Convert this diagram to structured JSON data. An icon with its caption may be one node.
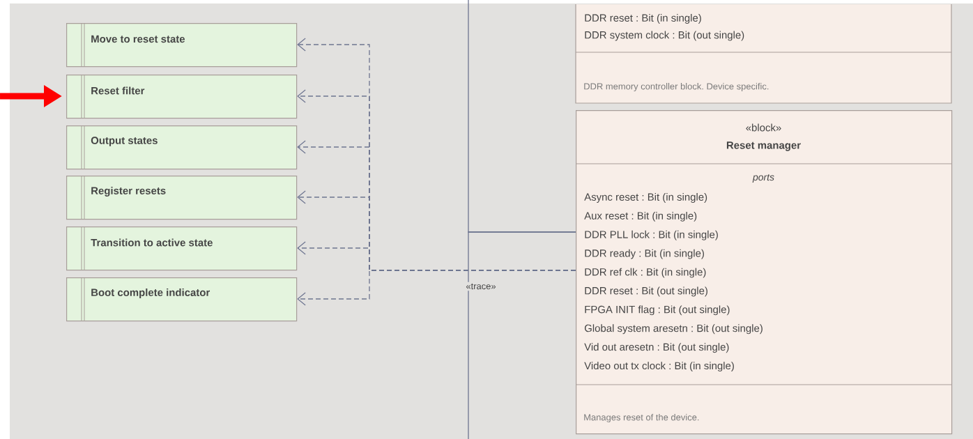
{
  "diagram": {
    "nodes": [
      {
        "text": [
          "Move to reset state"
        ]
      },
      {
        "text": [
          "Reset filter"
        ]
      },
      {
        "text": [
          "Output states"
        ]
      },
      {
        "text": [
          "Register resets"
        ]
      },
      {
        "text": [
          "Transition to active state"
        ]
      },
      {
        "text": [
          "Boot complete indicator"
        ]
      },
      {
        "text": [
          "DDR reset : Bit (in single)",
          "DDR system clock : Bit (out single)",
          "DDR memory controller block.  Device specific."
        ]
      },
      {
        "text": [
          "«block»",
          "Reset manager",
          "ports",
          "Async reset : Bit (in single)",
          "Aux reset : Bit (in single)",
          "DDR PLL lock : Bit (in single)",
          "DDR ready : Bit (in single)",
          "DDR ref clk : Bit (in single)",
          "DDR reset : Bit (out single)",
          "FPGA INIT flag : Bit (out single)",
          "Global system aresetn : Bit (out single)",
          "Vid out aresetn : Bit (out single)",
          "Video out tx clock : Bit (in single)",
          "Manages reset of the device."
        ]
      }
    ],
    "edges": [
      {
        "from": 7,
        "to": 0,
        "arrow": "to",
        "style": "dashed"
      },
      {
        "from": 7,
        "to": 1,
        "arrow": "to",
        "style": "dashed"
      },
      {
        "from": 7,
        "to": 2,
        "arrow": "to",
        "style": "dashed"
      },
      {
        "from": 7,
        "to": 3,
        "arrow": "to",
        "style": "dashed"
      },
      {
        "from": 7,
        "to": 4,
        "arrow": "to",
        "style": "dashed"
      },
      {
        "from": 7,
        "to": 5,
        "arrow": "to",
        "style": "dashed",
        "label": "«trace»"
      },
      {
        "from": null,
        "to": 7,
        "arrow": "none"
      },
      {
        "from": null,
        "to": 7,
        "arrow": "none"
      },
      {
        "from": null,
        "to": 1,
        "arrow": "to",
        "style": "thick",
        "color": "#ff0000"
      }
    ]
  }
}
